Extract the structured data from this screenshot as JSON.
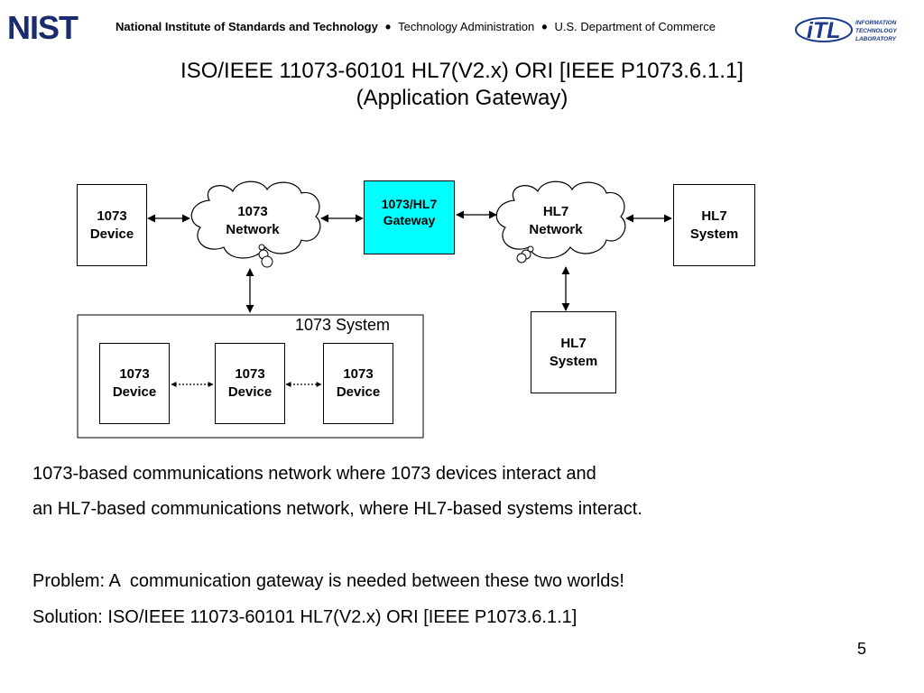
{
  "header": {
    "org": "National Institute of Standards and Technology",
    "dept1": "Technology Administration",
    "dept2": "U.S. Department of Commerce",
    "nist_logo": "NIST",
    "itl_logo_mark": "iTL",
    "itl_logo_line1": "INFORMATION",
    "itl_logo_line2": "TECHNOLOGY",
    "itl_logo_line3": "LABORATORY"
  },
  "title": {
    "line1": "ISO/IEEE 11073-60101 HL7(V2.x) ORI [IEEE P1073.6.1.1]",
    "line2": "(Application Gateway)"
  },
  "diagram": {
    "device_left": [
      "1073",
      "Device"
    ],
    "network_1073": [
      "1073",
      "Network"
    ],
    "gateway": [
      "1073/HL7",
      "Gateway"
    ],
    "network_hl7": [
      "HL7",
      "Network"
    ],
    "hl7_system_right": [
      "HL7",
      "System"
    ],
    "hl7_system_bottom": [
      "HL7",
      "System"
    ],
    "system_1073_label": "1073 System",
    "system_devices": [
      [
        "1073",
        "Device"
      ],
      [
        "1073",
        "Device"
      ],
      [
        "1073",
        "Device"
      ]
    ]
  },
  "body": {
    "line1": "1073-based communications network where 1073 devices interact and",
    "line2": "an HL7-based communications network, where HL7-based systems interact.",
    "line3": "Problem: A  communication gateway is needed between these two worlds!",
    "line4": "Solution: ISO/IEEE 11073-60101 HL7(V2.x) ORI [IEEE P1073.6.1.1]"
  },
  "page_number": "5"
}
